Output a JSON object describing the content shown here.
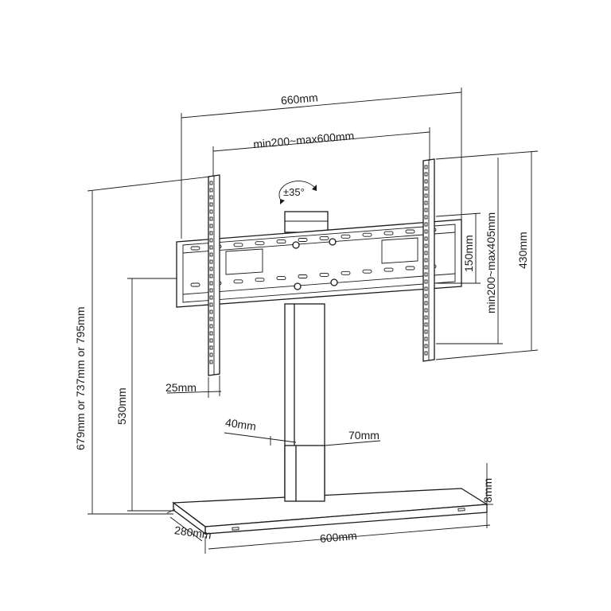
{
  "dimensions": {
    "total_width": "660mm",
    "vesa_horizontal": "min200~max600mm",
    "tilt": "±35°",
    "bracket_height": "430mm",
    "vesa_vertical": "min200~max405mm",
    "vertical_gap": "150mm",
    "arm_depth": "25mm",
    "total_height": "679mm or 737mm or 795mm",
    "pole_height": "530mm",
    "pole_depth": "40mm",
    "pole_width": "70mm",
    "base_thickness": "8mm",
    "base_depth": "280mm",
    "base_width": "600mm"
  }
}
